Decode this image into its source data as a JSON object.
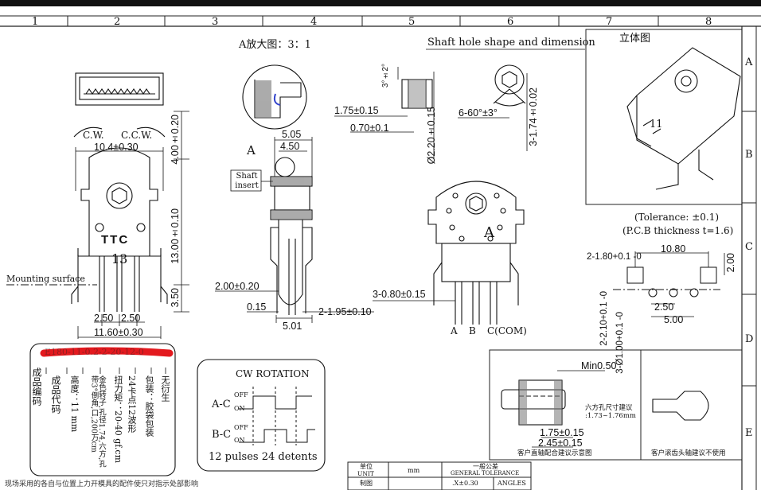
{
  "grid": {
    "columns": [
      "1",
      "2",
      "3",
      "4",
      "5",
      "6",
      "7",
      "8"
    ],
    "rows": [
      "A",
      "B",
      "C",
      "D",
      "E"
    ]
  },
  "front_view": {
    "rotation_cw": "C.W.",
    "rotation_ccw": "C.C.W.",
    "width_top": "10.4±0.30",
    "height_top": "4.00±0.20",
    "height_mid": "13.00±0.10",
    "height_leg": "3.50",
    "pitch_left": "2.50",
    "pitch_right": "2.50",
    "width_bottom": "11.60±0.30",
    "mounting_surface": "Mounting surface",
    "logo": "TTC",
    "code": "13",
    "pins": [
      "",
      "",
      ""
    ]
  },
  "detail": {
    "title": "A放大图：3：1",
    "side_a_label": "A",
    "shaft_insert": "Shaft insert",
    "dim_505": "5.05",
    "dim_450": "4.50",
    "dim_200": "2.00±0.20",
    "dim_015": "0.15",
    "dim_195": "2-1.95±0.10",
    "dim_501": "5.01"
  },
  "shaft_hole": {
    "title": "Shaft hole shape and dimension",
    "angle": "3°±2°",
    "dim_175": "1.75±0.15",
    "dim_070": "0.70±0.1",
    "dim_220": "Ø2.20±0.15",
    "dim_60": "6-60°±3°",
    "dim_174": "3-1.74±0.02"
  },
  "front_a": {
    "label": "A",
    "dim_080": "3-0.80±0.15",
    "pin_a": "A",
    "pin_b": "B",
    "pin_c": "C(COM)"
  },
  "stereo": {
    "title": "立体图",
    "code": "11"
  },
  "pcb": {
    "tolerance": "(Tolerance: ±0.1)",
    "thickness": "(P.C.B thickness t=1.6)",
    "dim_180": "2-1.80+0.1 -0",
    "dim_1080": "10.80",
    "dim_200": "2.00",
    "dim_210": "2-2.10+0.1 -0",
    "dim_100": "3-Ø1.00+0.1 -0",
    "dim_250": "2.50",
    "dim_500": "5.00"
  },
  "legend": {
    "redacted": "E180-11-0.2-2-20-12-0",
    "items": [
      "成品编码",
      "成品代码",
      "高度：11 mm",
      "金色转子,孔径1.74,六方,孔带3°倒角,口,200万cm",
      "扭力矩：20-40 gf.cm",
      "24卡点12波形",
      "包装：胶袋包装",
      "无衍生"
    ]
  },
  "rotation": {
    "title": "CW ROTATION",
    "a_c": "A-C",
    "b_c": "B-C",
    "off": "OFF",
    "on": "ON",
    "pulses": "12 pulses 24 detents"
  },
  "shaft_detail": {
    "min": "Min0.50",
    "note": "六方孔尺寸建议 :1.73~1.76mm",
    "dim_175": "1.75±0.15",
    "dim_245": "2.45±0.15",
    "caption_left": "客户直轴配合建议示意图",
    "caption_right": "客户滚齿头轴建议不使用"
  },
  "title_block": {
    "unit_label": "单位",
    "unit_en": "UNIT",
    "unit_value": "mm",
    "gen_tol": "一般公差",
    "gen_tol_en": "GENERAL TOLERANCE",
    "tol_x": ".X±0.30",
    "angles": "ANGLES",
    "drawn": "制图"
  },
  "footer_note": "现场采用的各自与位置上力开模具的配件使只对指示处部影响"
}
